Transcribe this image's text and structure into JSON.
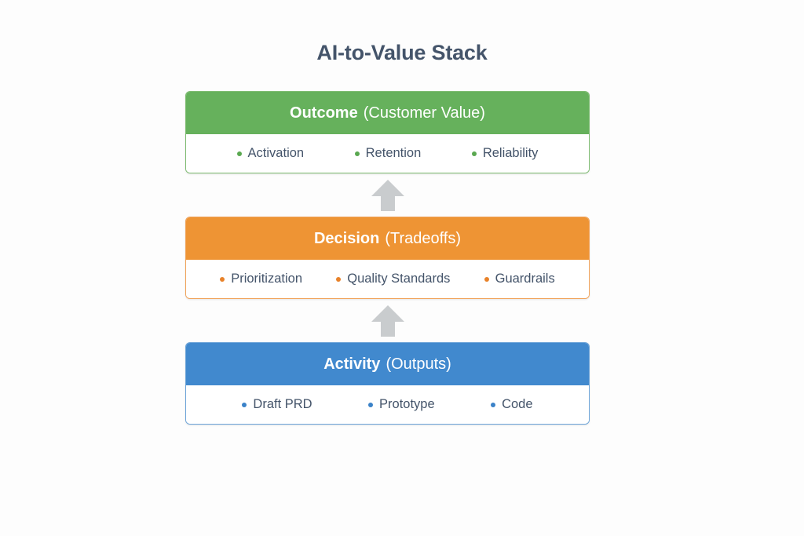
{
  "diagram": {
    "title": "AI-to-Value Stack",
    "title_color": "#44546a",
    "background_color": "#fdfdfd",
    "arrow_color": "#c9ccce",
    "arrow_direction": "up",
    "layers": [
      {
        "id": "outcome",
        "name": "Outcome",
        "qualifier": "(Customer Value)",
        "color": "#66b15c",
        "border_color": "#7cbb6f",
        "bullet_color": "#5aa850",
        "items": [
          "Activation",
          "Retention",
          "Reliability"
        ]
      },
      {
        "id": "decision",
        "name": "Decision",
        "qualifier": "(Tradeoffs)",
        "color": "#ee9434",
        "border_color": "#f0a157",
        "bullet_color": "#e8822a",
        "items": [
          "Prioritization",
          "Quality Standards",
          "Guardrails"
        ]
      },
      {
        "id": "activity",
        "name": "Activity",
        "qualifier": "(Outputs)",
        "color": "#4189ce",
        "border_color": "#6ba3d8",
        "bullet_color": "#3a82c8",
        "items": [
          "Draft PRD",
          "Prototype",
          "Code"
        ]
      }
    ],
    "connectors": [
      {
        "id": "activity-to-decision",
        "icon": "arrow-up-icon"
      },
      {
        "id": "decision-to-outcome",
        "icon": "arrow-up-icon"
      }
    ]
  }
}
